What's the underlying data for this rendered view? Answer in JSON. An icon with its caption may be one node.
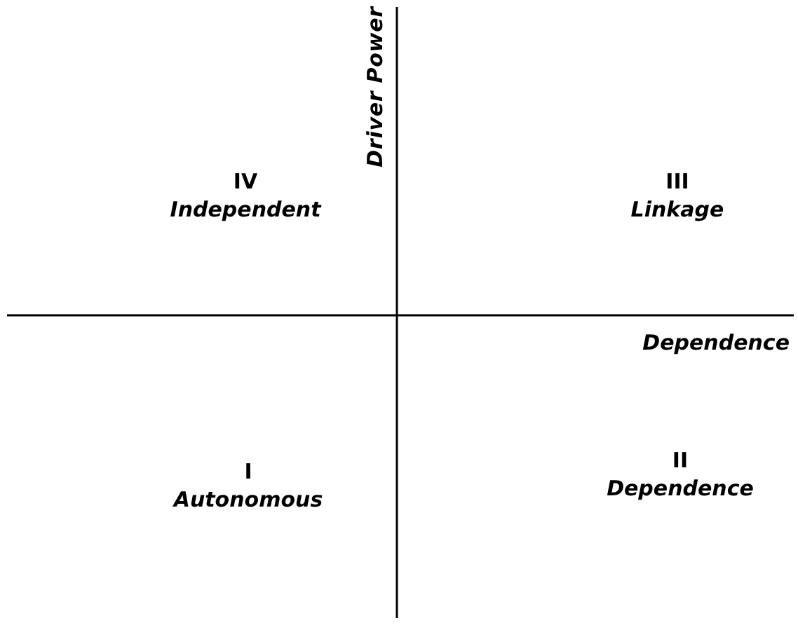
{
  "diagram": {
    "labels": [
      "Driver Power",
      "IV",
      "Independent",
      "III",
      "Linkage",
      "Dependence",
      "I",
      "Autonomous",
      "II",
      "Dependence"
    ]
  }
}
